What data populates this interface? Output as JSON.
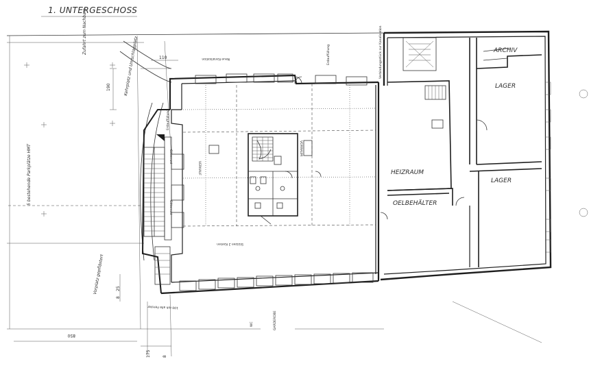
{
  "title": "1. UNTERGESCHOSS",
  "rooms": {
    "archiv": "ARCHIV",
    "lager_top": "LAGER",
    "lager_bottom": "LAGER",
    "heizraum": "HEIZRAUM",
    "oelbehaelter": "OELBEHÄLTER",
    "verkauf": "VERKAUF",
    "vorraum": "VORRAUM",
    "wc": "WC",
    "garderobe": "GARDEROBE"
  },
  "annotations": {
    "zufahrt": "Zufahrt zum\nNachbarn",
    "kehrplatz": "Kehrplatz und\nUmschlagplatz",
    "parkplaetze": "5 bestehende Parkplätze\nHMT",
    "vorplatz": "Vorplatz\ngepflästert",
    "fenster": "100 roh alle Fenster",
    "gitterrost_1": "Gitterrost",
    "gitterrost_2": "Gitterrost",
    "erdaufuellung_1": "Erdauffüllung",
    "erdaufuellung_2": "Erdauffüllung",
    "neue_kanalisation": "Neue Kanalisation",
    "verbindungsstueck": "Verbindungsstück\nzur Kanalisation",
    "stuetzen": "Stützen 2 Kanten"
  },
  "dimensions": {
    "d110": "110",
    "d190": "190",
    "d850": "850",
    "d175": "175",
    "d8_bottom": "8",
    "d8_left": "8",
    "d25": "25"
  }
}
